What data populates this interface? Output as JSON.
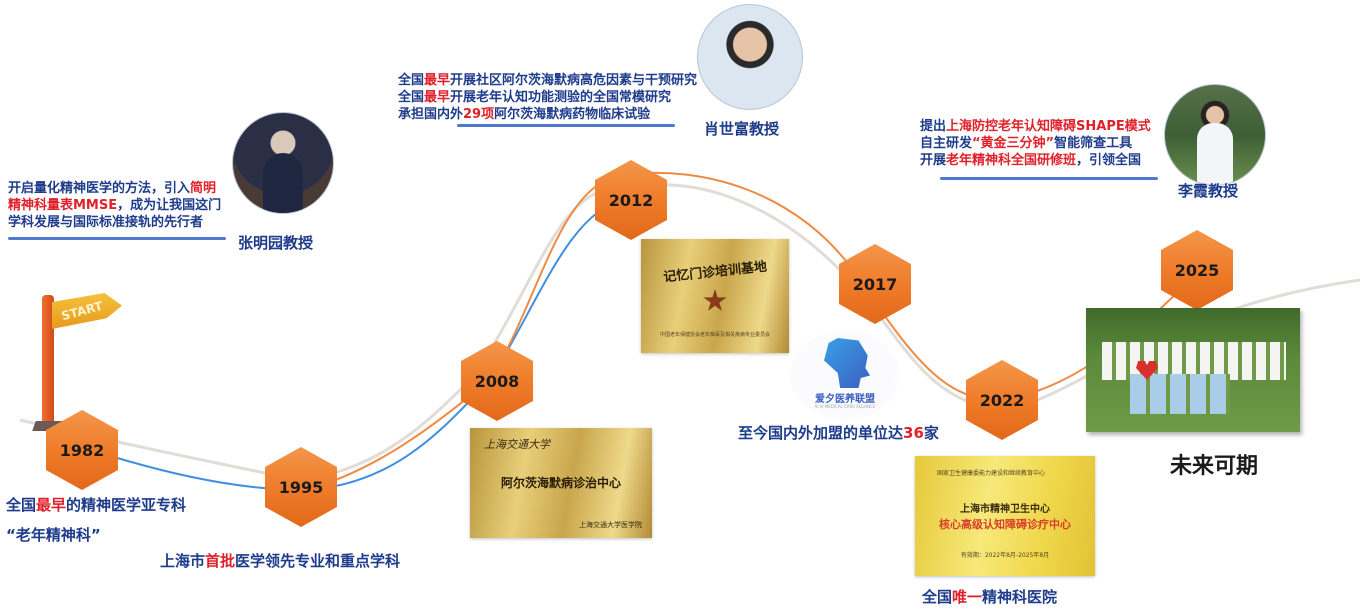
{
  "timeline": {
    "milestones": [
      {
        "year": "1982"
      },
      {
        "year": "1995"
      },
      {
        "year": "2008"
      },
      {
        "year": "2012"
      },
      {
        "year": "2017"
      },
      {
        "year": "2022"
      },
      {
        "year": "2025"
      }
    ],
    "start_sign": "START"
  },
  "profiles": {
    "zhang": {
      "name": "张明园教授",
      "lines": [
        [
          "开启量化精神医学的方法，引入",
          "简明"
        ],
        [
          "精神科量表MMSE",
          "，成为让我国这门"
        ],
        [
          "学科发展与国际标准接轨的先行者"
        ]
      ]
    },
    "xiao": {
      "name": "肖世富教授",
      "lines": [
        [
          "全国",
          "最早",
          "开展社区阿尔茨海默病高危因素与干预研究"
        ],
        [
          "全国",
          "最早",
          "开展老年认知功能测验的全国常模研究"
        ],
        [
          "承担国内外",
          "29项",
          "阿尔茨海默病药物临床试验"
        ]
      ]
    },
    "li": {
      "name": "李霞教授",
      "lines": [
        [
          "提出",
          "上海防控老年认知障碍SHAPE模式"
        ],
        [
          "自主研发",
          "“黄金三分钟”",
          "智能筛查工具"
        ],
        [
          "开展",
          "老年精神科全国研修班",
          "，引领全国"
        ]
      ]
    }
  },
  "captions": {
    "c1982": {
      "pre": "全国",
      "red": "最早",
      "post": "的精神医学亚专科",
      "line2": "“老年精神科”"
    },
    "c1995": {
      "pre": "上海市",
      "red": "首批",
      "post": "医学领先专业和重点学科"
    },
    "c2017": {
      "pre": "至今国内外加盟的单位达",
      "red": "36",
      "post": "家"
    },
    "c2022": {
      "pre": "全国",
      "red": "唯一",
      "post": "精神科医院"
    },
    "c2025": "未来可期"
  },
  "plaques": {
    "p2008": {
      "top": "上海交通大学",
      "main": "阿尔茨海默病诊治中心",
      "bottom": "上海交通大学医学院"
    },
    "p2012": {
      "main": "记忆门诊培训基地",
      "bottom": "中国老年保健协会老年痴呆及相关疾病专业委员会"
    },
    "p2022": {
      "top": "国家卫生健康委能力建设和继续教育中心",
      "main": "上海市精神卫生中心",
      "red": "核心高级认知障碍诊疗中心",
      "date": "有效期：2022年8月-2025年8月"
    }
  },
  "logo": {
    "name": "爱夕医养联盟",
    "sub": "AI XI MEDICAL CARE ALLIANCE"
  },
  "colors": {
    "accent_orange": "#ee7a28",
    "navy_text": "#1f3c8c",
    "highlight_red": "#e0202a",
    "underline_blue": "#4f7ad0"
  }
}
